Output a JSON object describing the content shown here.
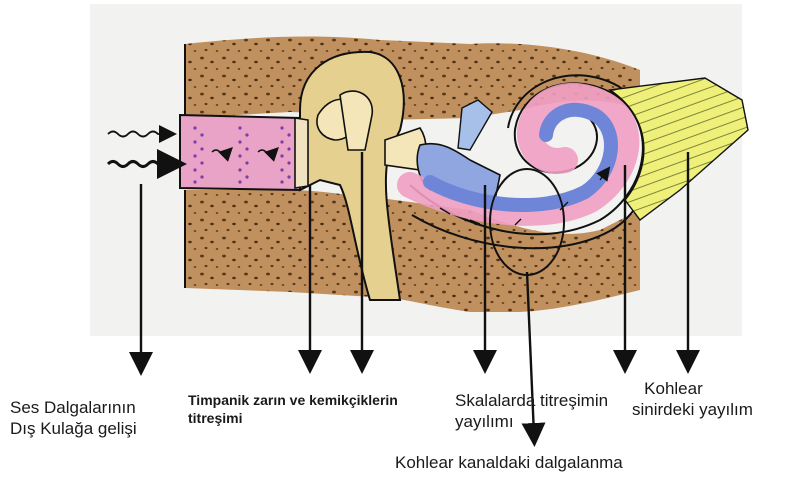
{
  "labels": {
    "ses": [
      "Ses Dalgalarının",
      "Dış Kulağa gelişi"
    ],
    "timpanik": [
      "Timpanik zarın ve kemikçiklerin",
      "titreşimi"
    ],
    "skalalar": [
      "Skalalarda titreşimin",
      "yayılımı"
    ],
    "kohlear_kanal": "Kohlear kanaldaki dalgalanma",
    "kohlear_sinir": [
      "Kohlear",
      "sinirdeki yayılım"
    ]
  },
  "colors": {
    "bone": "#b98a57",
    "ear_canal": "#e8a3c7",
    "ossicle": "#e6d08f",
    "cochlea_pink": "#ef9ec3",
    "cochlea_blue": "#6f86d8",
    "nerve": "#eef07a",
    "ink": "#111111"
  }
}
